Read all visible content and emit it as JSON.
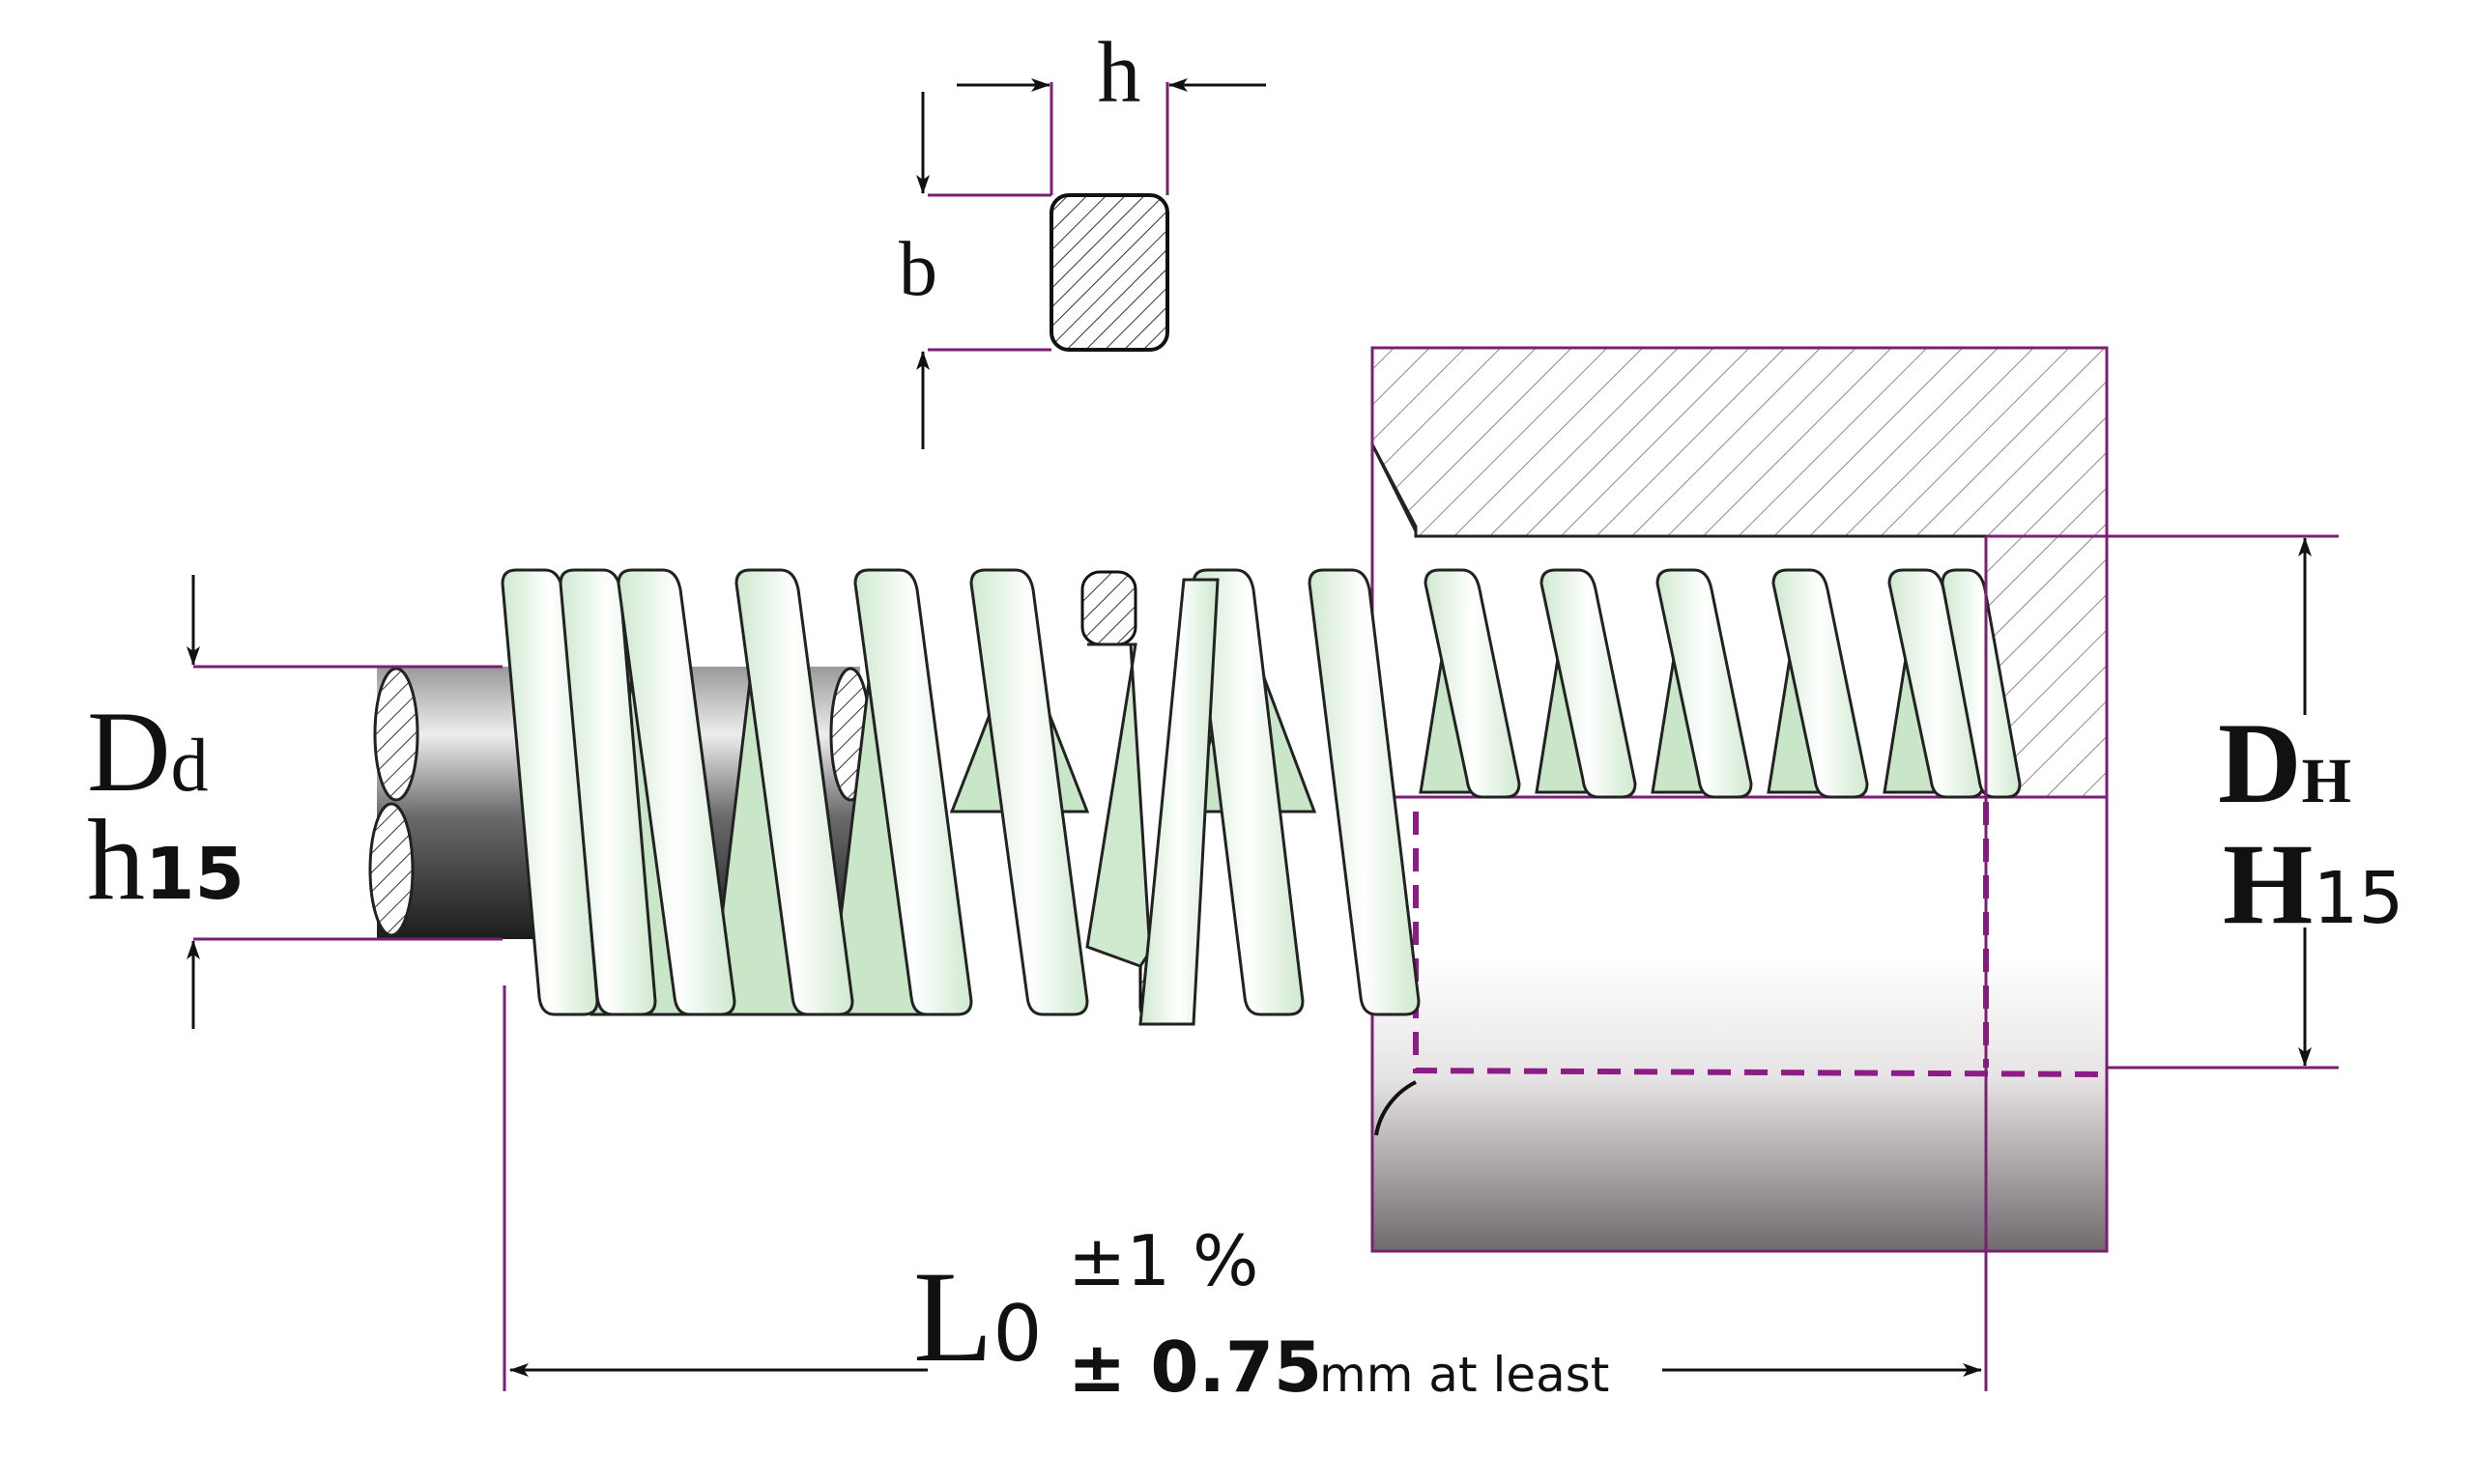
{
  "cross_section": {
    "width_label": "h",
    "height_label": "b"
  },
  "rod_diameter": {
    "symbol": "D",
    "subscript": "d",
    "tolerance_class": "h",
    "tolerance_grade": "15"
  },
  "hole_diameter": {
    "symbol": "D",
    "subscript": "H",
    "tolerance_class": "H",
    "tolerance_grade": "15"
  },
  "free_length": {
    "symbol": "L",
    "subscript": "0",
    "tolerance_percent": "±1 %",
    "tolerance_mm": "± 0.75",
    "tolerance_note": "mm at least"
  },
  "colors": {
    "dimension_line": "#7a1f73",
    "hole_dashed": "#8e1c86",
    "spring_fill": "#d8efd8",
    "spring_back": "#c9e6c9"
  }
}
